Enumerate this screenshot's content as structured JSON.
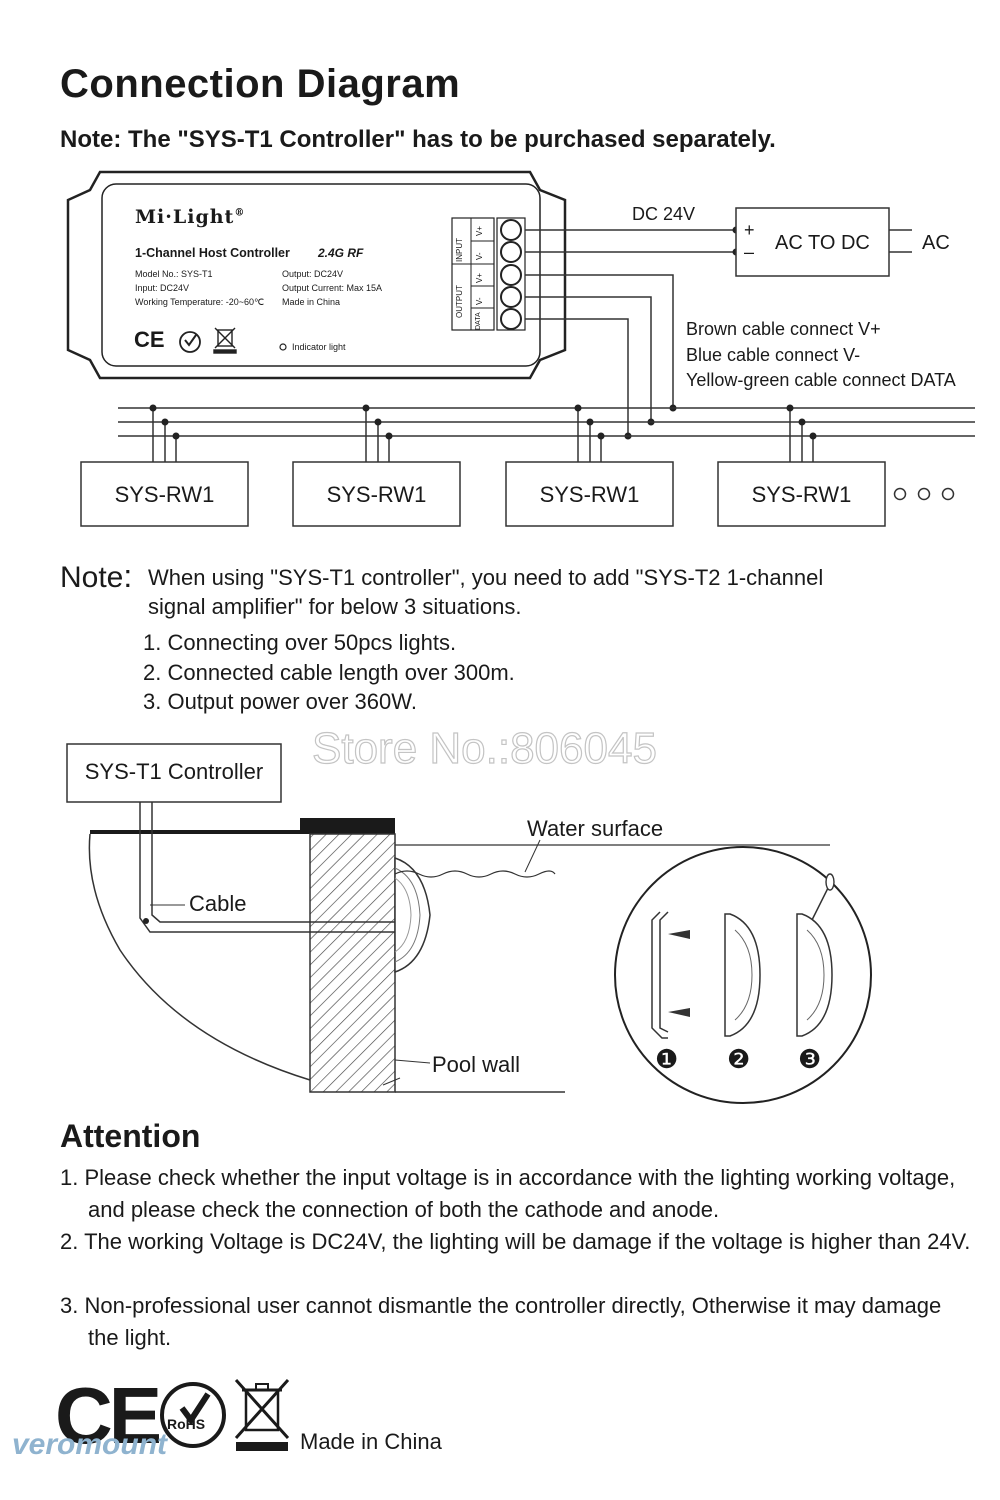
{
  "header": {
    "title": "Connection Diagram",
    "note": "Note: The \"SYS-T1 Controller\" has to be purchased separately."
  },
  "controller": {
    "brand": "Mi·Light",
    "registered": "®",
    "name": "1-Channel Host Controller",
    "rf": "2.4G RF",
    "model": "Model No.: SYS-T1",
    "input": "Input: DC24V",
    "temp": "Working Temperature: -20~60℃",
    "output": "Output: DC24V",
    "current": "Output Current: Max 15A",
    "made": "Made in China",
    "indicator": "Indicator light",
    "terminal_input": "INPUT",
    "terminal_output": "OUTPUT",
    "pins": [
      "V+",
      "V-",
      "V+",
      "V-",
      "DATA"
    ]
  },
  "power": {
    "dc_label": "DC 24V",
    "converter": "AC TO DC",
    "ac_label": "AC",
    "plus": "+",
    "minus": "–"
  },
  "cables": {
    "brown": "Brown cable connect V+",
    "blue": "Blue cable connect V-",
    "yellow": "Yellow-green cable connect DATA"
  },
  "lights": [
    "SYS-RW1",
    "SYS-RW1",
    "SYS-RW1",
    "SYS-RW1"
  ],
  "note_section": {
    "label": "Note",
    "colon": ":",
    "line1": "When using \"SYS-T1 controller\", you need to add \"SYS-T2 1-channel",
    "line2": "signal amplifier\" for below 3 situations.",
    "items": [
      "1. Connecting over 50pcs lights.",
      "2. Connected cable length over 300m.",
      "3. Output power over 360W."
    ]
  },
  "pool": {
    "watermark": "Store No.:806045",
    "controller_box": "SYS-T1 Controller",
    "water_surface": "Water surface",
    "cable": "Cable",
    "pool_wall": "Pool wall",
    "steps": [
      "❶",
      "❷",
      "❸"
    ]
  },
  "attention": {
    "title": "Attention",
    "items": [
      "1. Please check whether the input voltage is in accordance with the lighting working voltage, and please check the connection of both the cathode and anode.",
      "2. The working Voltage is DC24V, the lighting will be damage if the voltage  is higher than 24V.",
      "3. Non-professional user cannot dismantle the controller directly, Otherwise it may damage the light."
    ]
  },
  "footer": {
    "ce": "CE",
    "rohs": "RoHS",
    "made_in": "Made in China",
    "vero": "veromount"
  },
  "colors": {
    "ink": "#1a1a1a",
    "line": "#333333",
    "hatch": "#444444"
  }
}
